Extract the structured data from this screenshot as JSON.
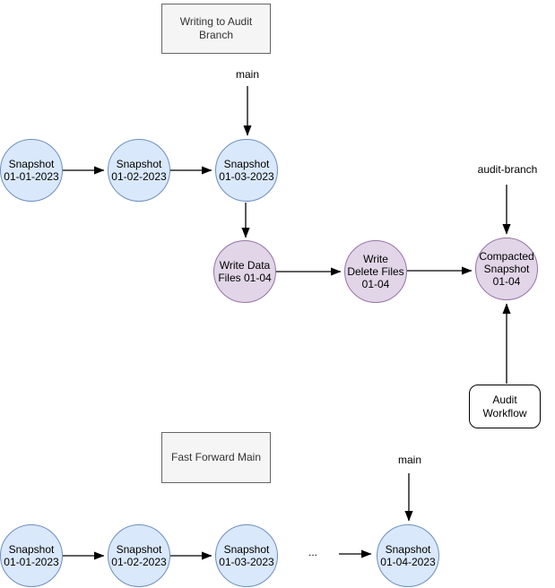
{
  "colors": {
    "snapshot_fill": "#dae8fc",
    "snapshot_stroke": "#6c8ebf",
    "audit_fill": "#e1d5e7",
    "audit_stroke": "#9673a6",
    "titlebox_fill": "#f5f5f5",
    "titlebox_stroke": "#666666",
    "arrow": "#000000"
  },
  "top_section": {
    "title": "Writing to Audit\nBranch",
    "main_label": "main",
    "audit_branch_label": "audit-branch",
    "workflow_label": "Audit\nWorkflow",
    "snapshots": [
      {
        "label": "Snapshot\n01-01-2023"
      },
      {
        "label": "Snapshot\n01-02-2023"
      },
      {
        "label": "Snapshot\n01-03-2023"
      }
    ],
    "audit_nodes": [
      {
        "label": "Write Data\nFiles 01-04"
      },
      {
        "label": "Write\nDelete Files\n01-04"
      },
      {
        "label": "Compacted\nSnapshot\n01-04"
      }
    ]
  },
  "bottom_section": {
    "title": "Fast Forward Main",
    "main_label": "main",
    "ellipsis": "...",
    "snapshots": [
      {
        "label": "Snapshot\n01-01-2023"
      },
      {
        "label": "Snapshot\n01-02-2023"
      },
      {
        "label": "Snapshot\n01-03-2023"
      },
      {
        "label": "Snapshot\n01-04-2023"
      }
    ]
  }
}
